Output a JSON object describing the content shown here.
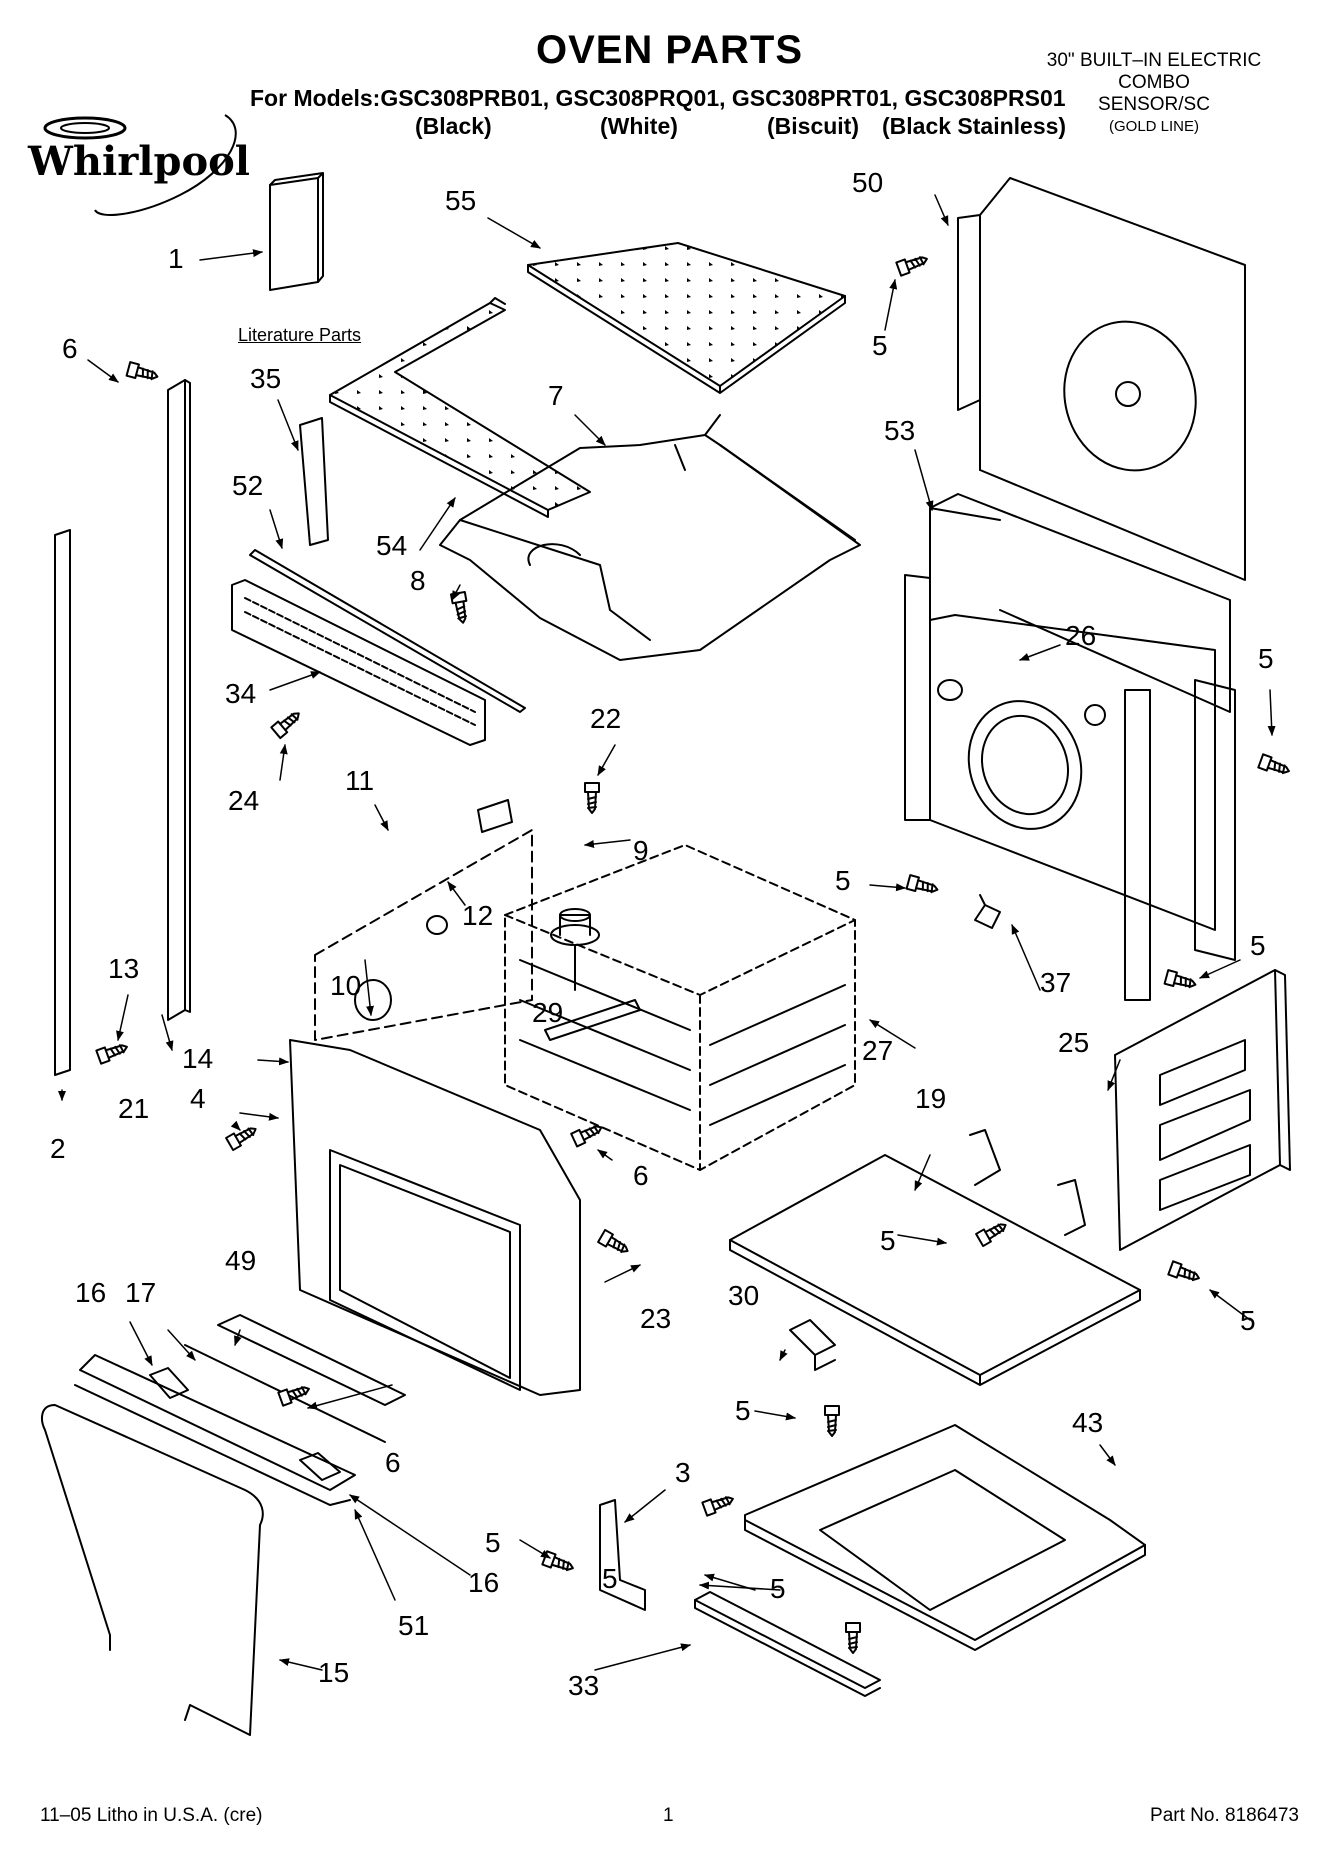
{
  "header": {
    "title": "OVEN PARTS",
    "models_line": "For Models:GSC308PRB01, GSC308PRQ01, GSC308PRT01, GSC308PRS01",
    "variants": [
      "(Black)",
      "(White)",
      "(Biscuit)",
      "(Black Stainless)"
    ],
    "product_line1": "30\" BUILT–IN ELECTRIC",
    "product_line2": "COMBO",
    "product_line3": "SENSOR/SC",
    "product_line4": "(GOLD LINE)"
  },
  "brand": {
    "logo_text": "Whirlpool"
  },
  "literature_label": "Literature Parts",
  "callouts": [
    "1",
    "2",
    "3",
    "4",
    "5",
    "5",
    "5",
    "5",
    "5",
    "5",
    "5",
    "5",
    "5",
    "5",
    "6",
    "6",
    "6",
    "7",
    "8",
    "9",
    "10",
    "11",
    "12",
    "13",
    "14",
    "15",
    "16",
    "16",
    "17",
    "19",
    "21",
    "22",
    "23",
    "24",
    "25",
    "26",
    "27",
    "29",
    "30",
    "33",
    "34",
    "35",
    "37",
    "43",
    "49",
    "50",
    "51",
    "52",
    "53",
    "54",
    "55"
  ],
  "footer": {
    "left": "11–05 Litho in U.S.A. (cre)",
    "page": "1",
    "part_no": "Part No. 8186473"
  }
}
